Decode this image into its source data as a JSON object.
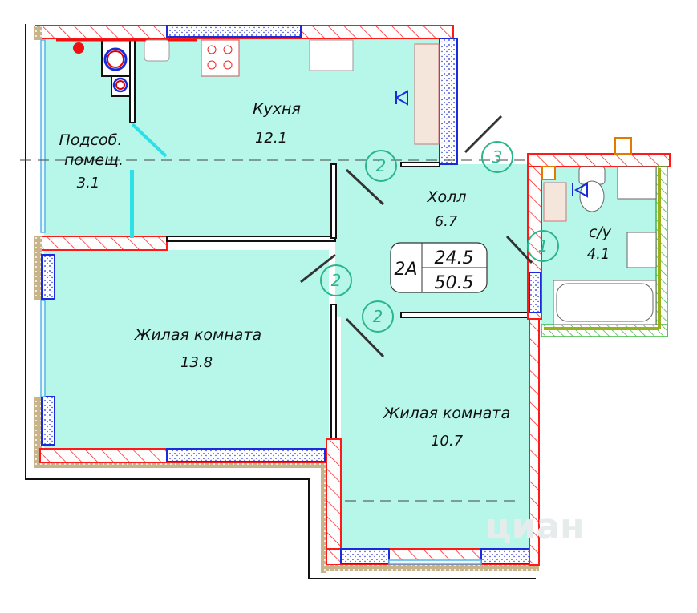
{
  "plan": {
    "colors": {
      "floor": "#b6f7ea",
      "wall_red": "#ff1a1a",
      "wall_blue": "#1a2bd9",
      "door_mark": "#2bb58a",
      "bath_wall": "#9ab01c"
    },
    "rooms": [
      {
        "name": "Кухня",
        "area": "12.1"
      },
      {
        "name_line1": "Подсоб.",
        "name_line2": "помещ.",
        "area": "3.1"
      },
      {
        "name": "Холл",
        "area": "6.7"
      },
      {
        "name": "с/у",
        "area": "4.1"
      },
      {
        "name": "Жилая комната",
        "area": "13.8"
      },
      {
        "name": "Жилая комната",
        "area": "10.7"
      }
    ],
    "apartment": {
      "type": "2А",
      "living_area": "24.5",
      "total_area": "50.5"
    },
    "doors": [
      "2",
      "3",
      "1",
      "2",
      "2"
    ],
    "watermark": "циан"
  }
}
